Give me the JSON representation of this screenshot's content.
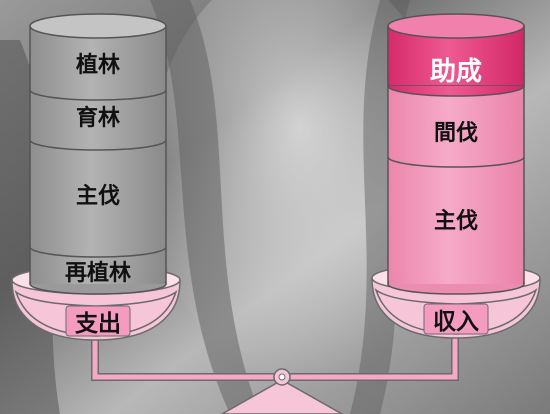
{
  "expense": {
    "layers": [
      {
        "label": "植林"
      },
      {
        "label": "育林"
      },
      {
        "label": "主伐"
      },
      {
        "label": "再植林"
      }
    ],
    "pan_label": "支出"
  },
  "income": {
    "layers": [
      {
        "label": "助成"
      },
      {
        "label": "間伐"
      },
      {
        "label": "主伐"
      }
    ],
    "pan_label": "収入"
  },
  "colors": {
    "expense_layer": "#a8a8a8",
    "expense_top": "#c4c4c4",
    "income_top_layer": "#e8417f",
    "income_layer": "#f39cbd",
    "pan_fill": "#f6c6d8",
    "pan_label_bg": "#f49bbf",
    "frame": "#f4a9c6"
  }
}
